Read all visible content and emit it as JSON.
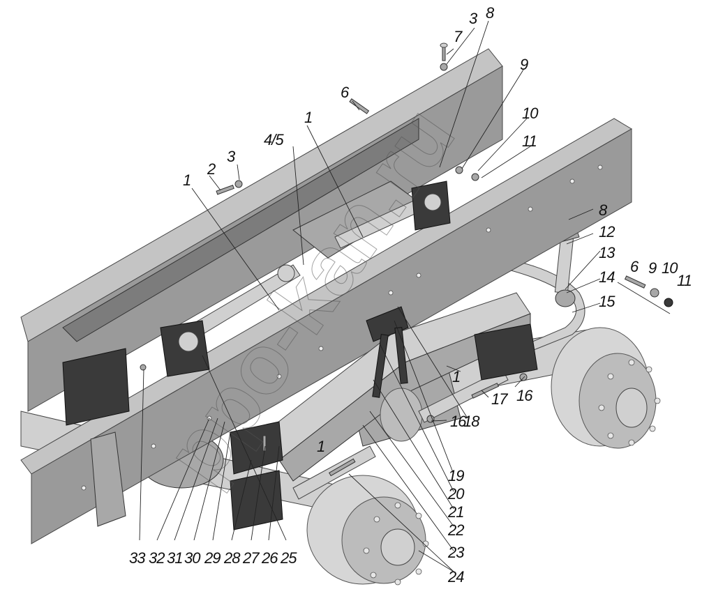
{
  "diagram": {
    "title": "Rear tandem suspension — exploded assembly view",
    "watermark": "ppo-kan.ru",
    "callouts": [
      {
        "id": "c1a",
        "label": "1"
      },
      {
        "id": "c1b",
        "label": "1"
      },
      {
        "id": "c1c",
        "label": "1"
      },
      {
        "id": "c1d",
        "label": "1"
      },
      {
        "id": "c2",
        "label": "2"
      },
      {
        "id": "c3a",
        "label": "3"
      },
      {
        "id": "c3b",
        "label": "3"
      },
      {
        "id": "c45",
        "label": "4/5"
      },
      {
        "id": "c6a",
        "label": "6"
      },
      {
        "id": "c6b",
        "label": "6"
      },
      {
        "id": "c7",
        "label": "7"
      },
      {
        "id": "c8a",
        "label": "8"
      },
      {
        "id": "c8b",
        "label": "8"
      },
      {
        "id": "c9a",
        "label": "9"
      },
      {
        "id": "c9b",
        "label": "9"
      },
      {
        "id": "c10a",
        "label": "10"
      },
      {
        "id": "c10b",
        "label": "10"
      },
      {
        "id": "c11a",
        "label": "11"
      },
      {
        "id": "c11b",
        "label": "11"
      },
      {
        "id": "c12",
        "label": "12"
      },
      {
        "id": "c13",
        "label": "13"
      },
      {
        "id": "c14",
        "label": "14"
      },
      {
        "id": "c15",
        "label": "15"
      },
      {
        "id": "c16a",
        "label": "16"
      },
      {
        "id": "c16b",
        "label": "16"
      },
      {
        "id": "c17",
        "label": "17"
      },
      {
        "id": "c18",
        "label": "18"
      },
      {
        "id": "c19",
        "label": "19"
      },
      {
        "id": "c20",
        "label": "20"
      },
      {
        "id": "c21",
        "label": "21"
      },
      {
        "id": "c22",
        "label": "22"
      },
      {
        "id": "c23",
        "label": "23"
      },
      {
        "id": "c24",
        "label": "24"
      },
      {
        "id": "c25",
        "label": "25"
      },
      {
        "id": "c26",
        "label": "26"
      },
      {
        "id": "c27",
        "label": "27"
      },
      {
        "id": "c28",
        "label": "28"
      },
      {
        "id": "c29",
        "label": "29"
      },
      {
        "id": "c30",
        "label": "30"
      },
      {
        "id": "c31",
        "label": "31"
      },
      {
        "id": "c32",
        "label": "32"
      },
      {
        "id": "c33",
        "label": "33"
      }
    ]
  }
}
